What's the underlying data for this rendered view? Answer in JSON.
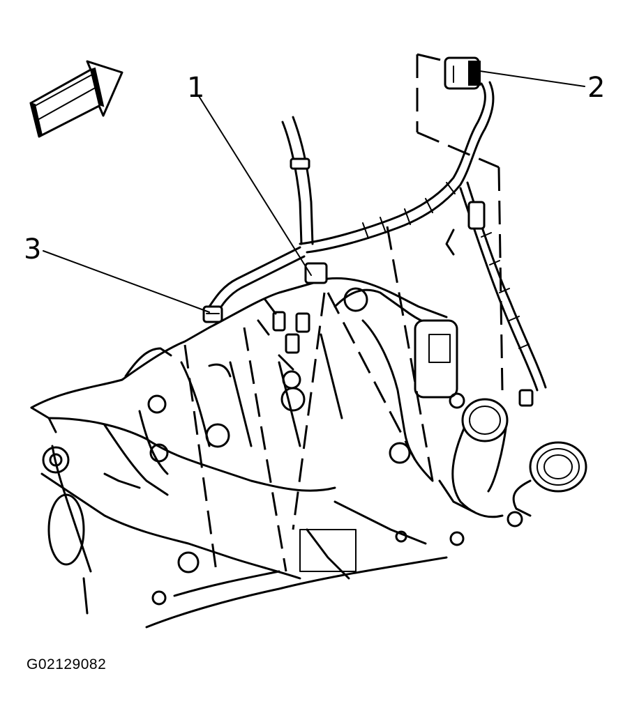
{
  "callouts": [
    {
      "id": "1",
      "label": "1"
    },
    {
      "id": "2",
      "label": "2"
    },
    {
      "id": "3",
      "label": "3"
    }
  ],
  "figure_id": "G02129082",
  "icons": [
    "front-direction-arrow-icon"
  ],
  "colors": {
    "ink": "#000000",
    "background": "#ffffff"
  }
}
